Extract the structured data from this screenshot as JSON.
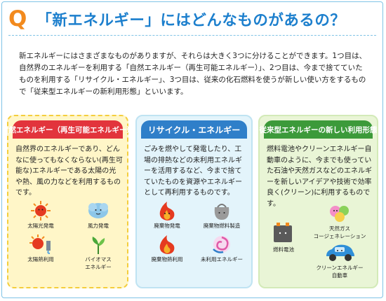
{
  "header": {
    "q_mark": "Q",
    "title": "「新エネルギー」にはどんなものがあるの？"
  },
  "intro": "新エネルギーにはさまざまなものがありますが、それらは大きく3つに分けることができます。1つ目は、自然界のエネルギーを利用する「自然エネルギー（再生可能エネルギー）」、2つ目は、今まで捨てていたものを利用する「リサイクル・エネルギー」、3つ目は、従来の化石燃料を使うが新しい使い方をするもので「従来型エネルギーの新利用形態」といいます。",
  "panels": [
    {
      "tab": "自然エネルギー（再生可能エネルギー）",
      "text": "自然界のエネルギーであり、どんなに使ってもなくならない(再生可能な)エネルギーである太陽の光や熱、風の力などを利用するものです。",
      "items": [
        {
          "icon": "sun-icon",
          "label": "太陽光発電"
        },
        {
          "icon": "wind-icon",
          "label": "風力発電"
        },
        {
          "icon": "sun-water-icon",
          "label": "太陽熱利用"
        },
        {
          "icon": "plant-icon",
          "label": "バイオマス\nエネルギー"
        }
      ]
    },
    {
      "tab": "リサイクル・エネルギー",
      "text": "ごみを燃やして発電したり、工場の排熱などの未利用エネルギーを活用するなど、今まで捨てていたものを資源やエネルギーとして再利用するものです。",
      "items": [
        {
          "icon": "fire-icon",
          "label": "廃棄物発電"
        },
        {
          "icon": "trash-bag-icon",
          "label": "廃棄物燃料製造"
        },
        {
          "icon": "fire-icon",
          "label": "廃棄物熱利用"
        },
        {
          "icon": "swirl-icon",
          "label": "未利用エネルギー"
        }
      ]
    },
    {
      "tab": "従来型エネルギーの新しい利用形態",
      "text": "燃料電池やクリーンエネルギー自動車のように、今までも使っていた石油や天然ガスなどのエネルギーを新しいアイデアや技術で効率良く(クリーン)に利用するものです。",
      "items": [
        {
          "icon": "fuel-cell-icon",
          "label": "燃料電池"
        },
        {
          "icon": "gas-icon",
          "label": "天然ガス\nコージェネレーション"
        },
        {
          "icon": "car-icon",
          "label": "クリーンエネルギー\n自動車"
        }
      ]
    }
  ]
}
